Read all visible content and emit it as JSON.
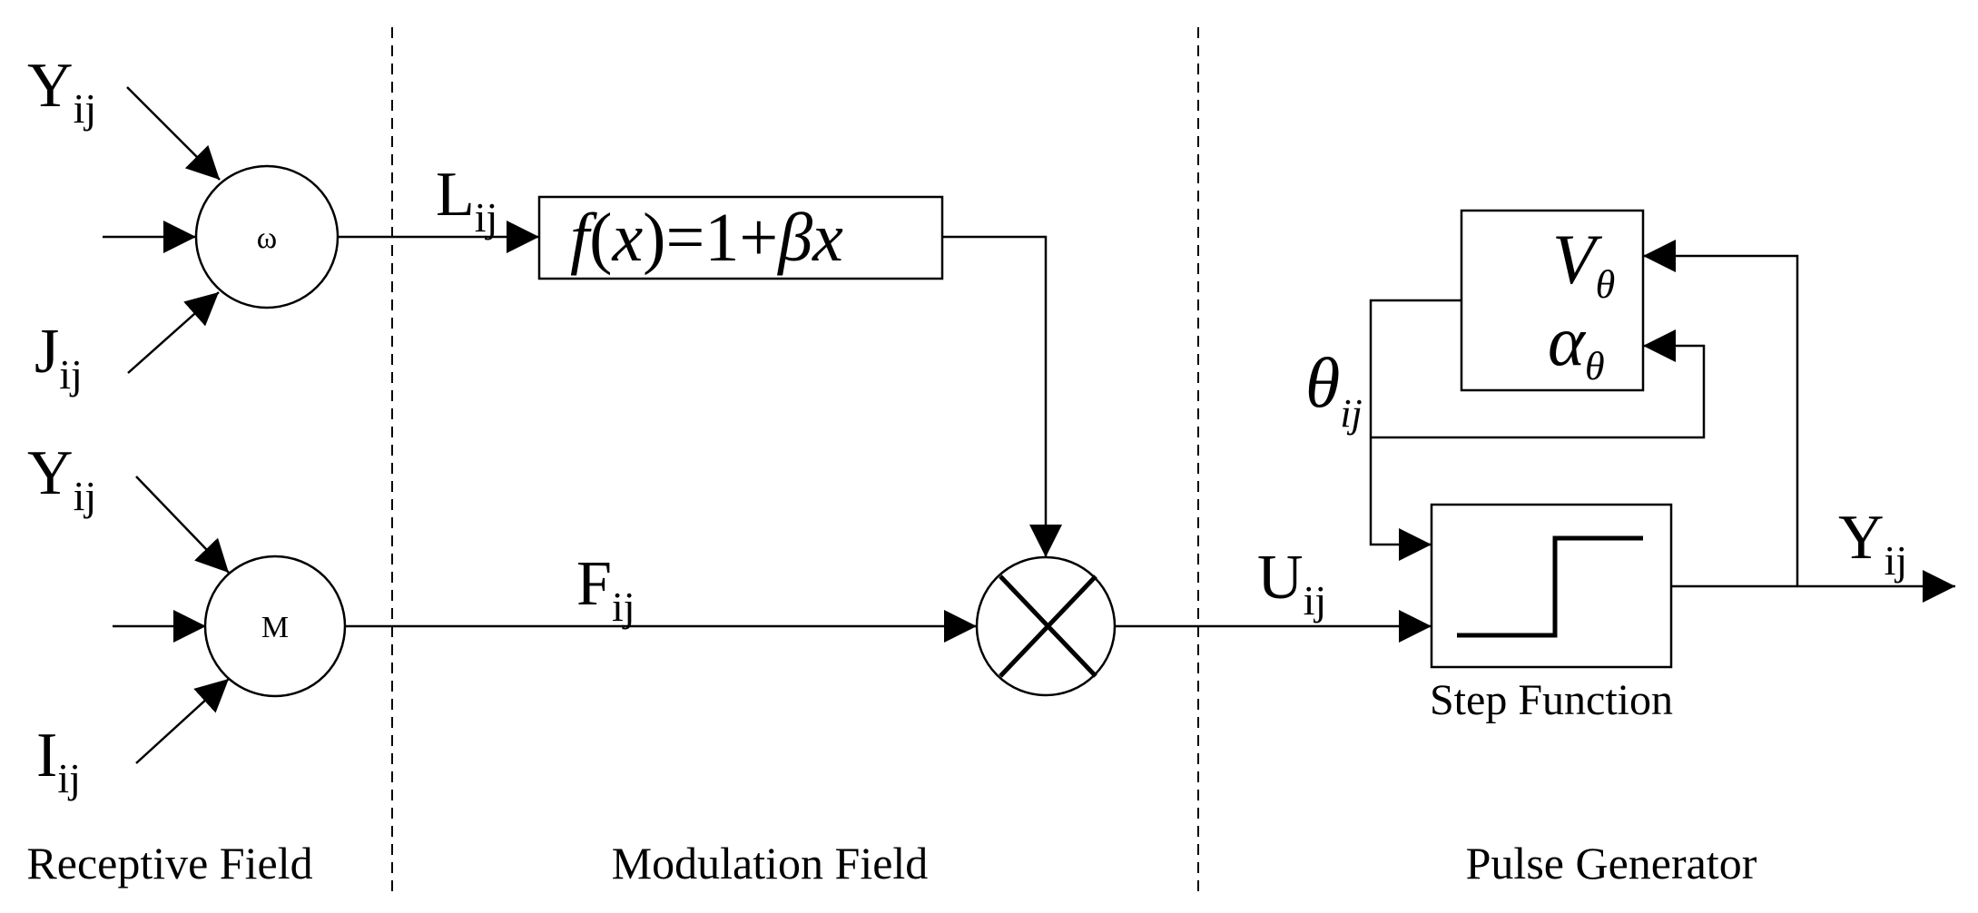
{
  "sections": {
    "receptive": "Receptive Field",
    "modulation": "Modulation Field",
    "pulse": "Pulse Generator"
  },
  "inputs": {
    "top_feedback": {
      "main": "Y",
      "sub": "ij"
    },
    "linking_input": {
      "main": "J",
      "sub": "ij"
    },
    "bottom_feedback": {
      "main": "Y",
      "sub": "ij"
    },
    "feeding_input": {
      "main": "I",
      "sub": "ij"
    }
  },
  "nodes": {
    "linking_weight": "ω",
    "feeding_weight": "M"
  },
  "signals": {
    "linking": {
      "main": "L",
      "sub": "ij"
    },
    "feeding": {
      "main": "F",
      "sub": "ij"
    },
    "internal": {
      "main": "U",
      "sub": "ij"
    },
    "threshold": {
      "main": "θ",
      "sub": "ij"
    },
    "output": {
      "main": "Y",
      "sub": "ij"
    }
  },
  "modulation_function": {
    "f": "f",
    "x_open": "(",
    "x": "x",
    "x_close": ")",
    "equals_one_plus": "=1+",
    "beta": "β",
    "beta_x": "x"
  },
  "threshold_block": {
    "v": "V",
    "v_sub": "θ",
    "alpha": "α",
    "alpha_sub": "θ"
  },
  "step_function_label": "Step Function"
}
